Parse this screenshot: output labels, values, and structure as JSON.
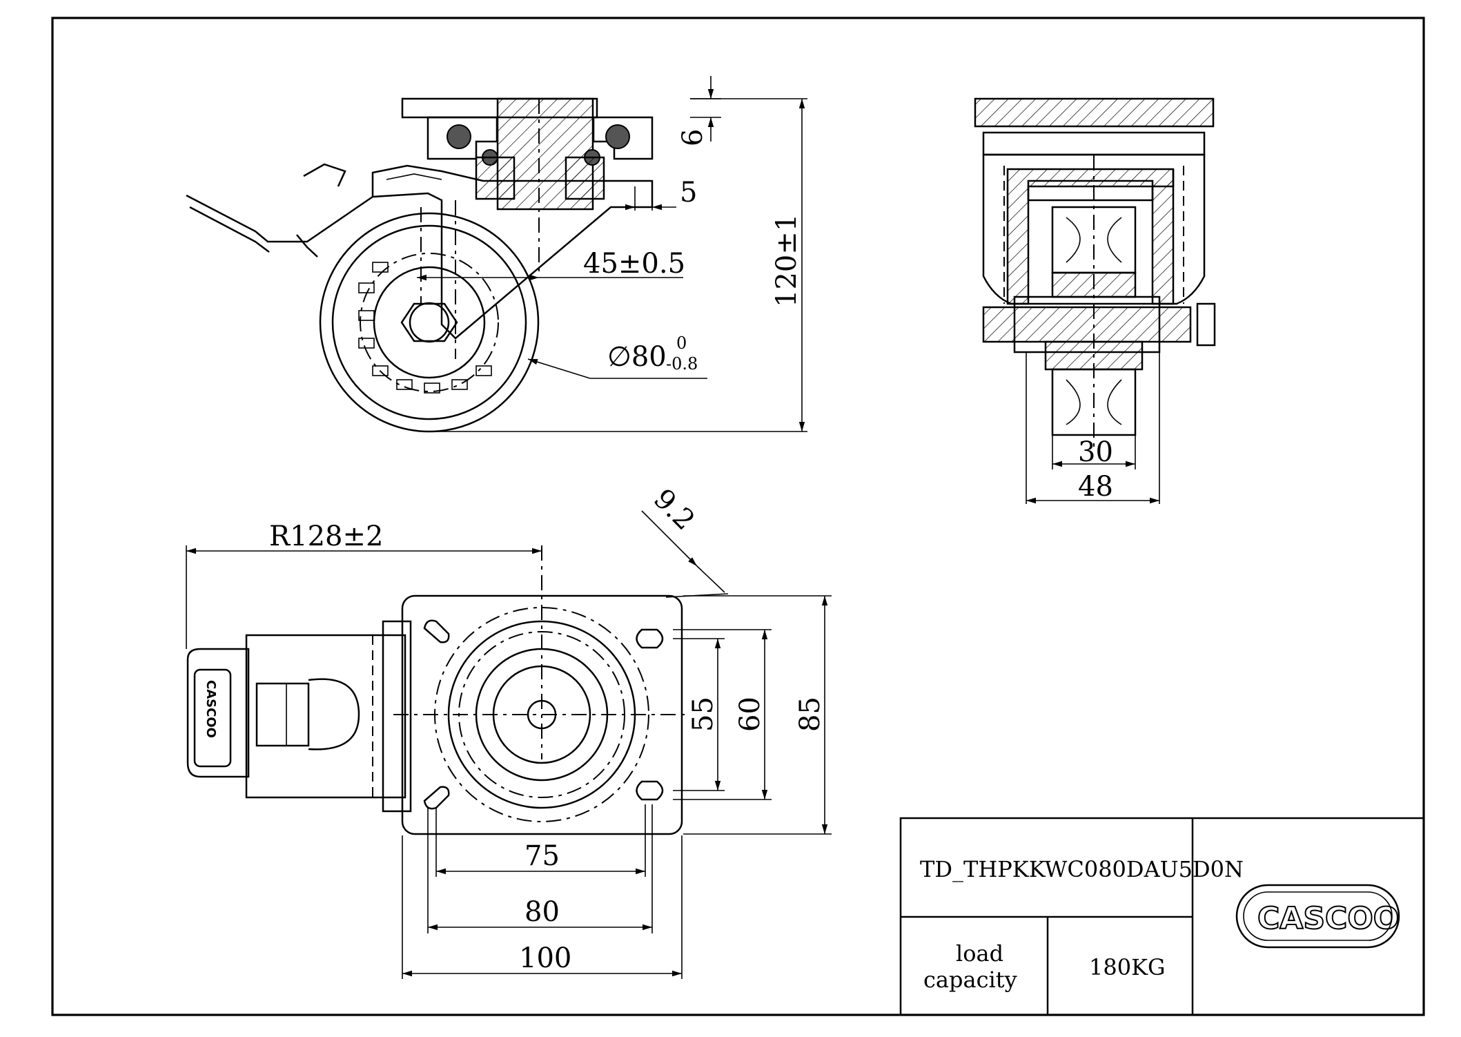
{
  "dimensions": {
    "side_top_gap": "6",
    "side_offset": "5",
    "swivel_offset": "45±0.5",
    "height": "120±1",
    "wheel_dia": "∅80",
    "wheel_tol_upper": "0",
    "wheel_tol_lower": "-0.8",
    "front_wheel_width": "30",
    "front_total_width": "48",
    "swivel_radius": "R128±2",
    "hole_dia": "9.2",
    "plate_h_inner": "55",
    "plate_h_mid": "60",
    "plate_h_outer": "85",
    "plate_w_inner": "75",
    "plate_w_mid": "80",
    "plate_w_outer": "100"
  },
  "title_block": {
    "part_number": "TD_THPKKWC080DAU5D0N",
    "load_label_line1": "load",
    "load_label_line2": "capacity",
    "load_value": "180KG",
    "logo_text": "CASCOO",
    "brake_logo_text": "CASCOO"
  }
}
